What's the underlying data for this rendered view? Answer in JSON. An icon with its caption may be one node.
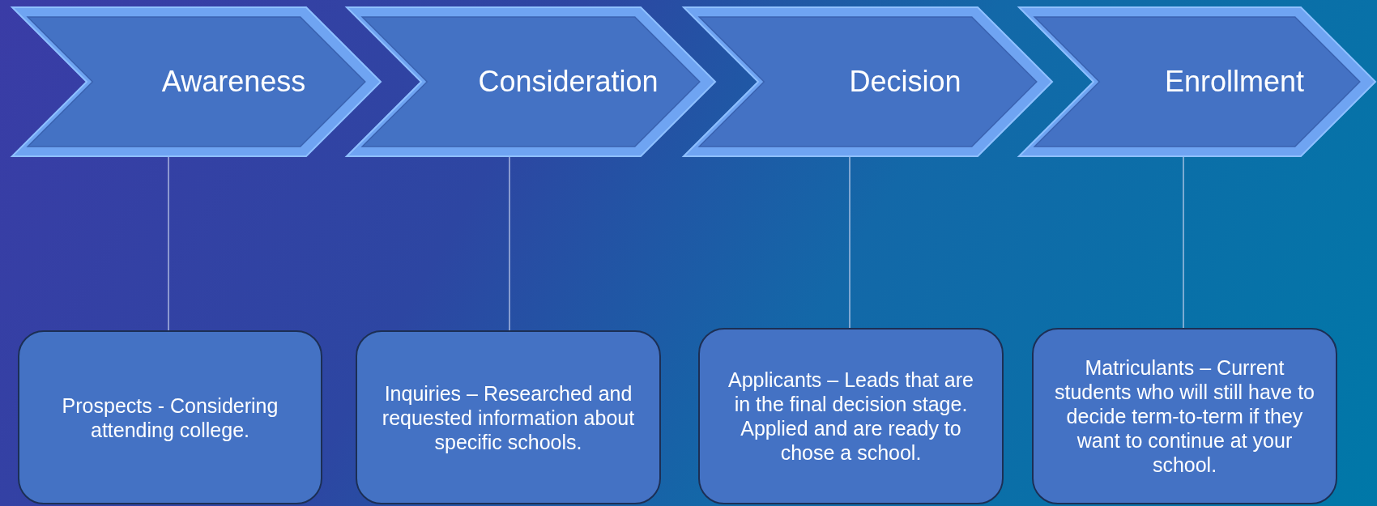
{
  "diagram": {
    "nodes": [
      {
        "text": [
          "Awareness"
        ]
      },
      {
        "text": [
          "Consideration"
        ]
      },
      {
        "text": [
          "Decision"
        ]
      },
      {
        "text": [
          "Enrollment"
        ]
      },
      {
        "text": [
          "Prospects - Considering attending college."
        ]
      },
      {
        "text": [
          "Inquiries – Researched and requested information about specific schools."
        ]
      },
      {
        "text": [
          "Applicants – Leads that are in the final decision stage. Applied and are ready to chose a school."
        ]
      },
      {
        "text": [
          "Matriculants – Current students who will still have to decide term-to-term if they want to continue at your school."
        ]
      }
    ],
    "edges": [
      {
        "from": 0,
        "to": 4,
        "arrow": "none"
      },
      {
        "from": 1,
        "to": 5,
        "arrow": "none"
      },
      {
        "from": 2,
        "to": 6,
        "arrow": "none"
      },
      {
        "from": 3,
        "to": 7,
        "arrow": "none"
      }
    ]
  }
}
